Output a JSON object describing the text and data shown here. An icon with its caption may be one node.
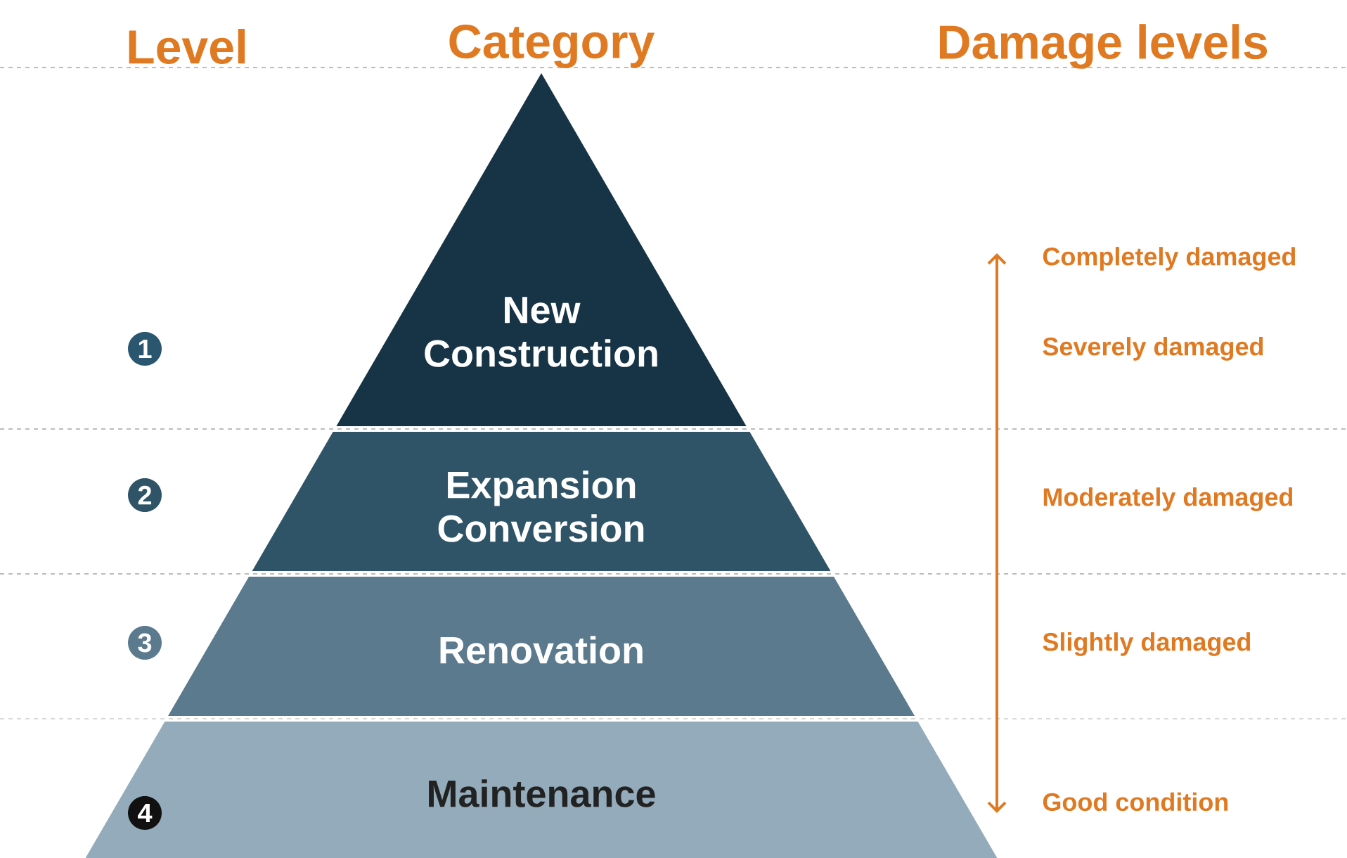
{
  "diagram": {
    "nodes": [
      {
        "text": [
          "New Construction"
        ]
      },
      {
        "text": [
          "Expansion",
          "Conversion"
        ]
      },
      {
        "text": [
          "Renovation"
        ]
      },
      {
        "text": [
          "Maintenance"
        ]
      },
      {
        "text": [
          "1"
        ]
      },
      {
        "text": [
          "2"
        ]
      },
      {
        "text": [
          "3"
        ]
      },
      {
        "text": [
          "4"
        ],
        "in": 3
      }
    ],
    "labels": [
      "Level",
      "Category",
      "Damage levels",
      "Completely damaged",
      "Severely damaged",
      "Moderately damaged",
      "Slightly damaged",
      "Good condition"
    ]
  }
}
